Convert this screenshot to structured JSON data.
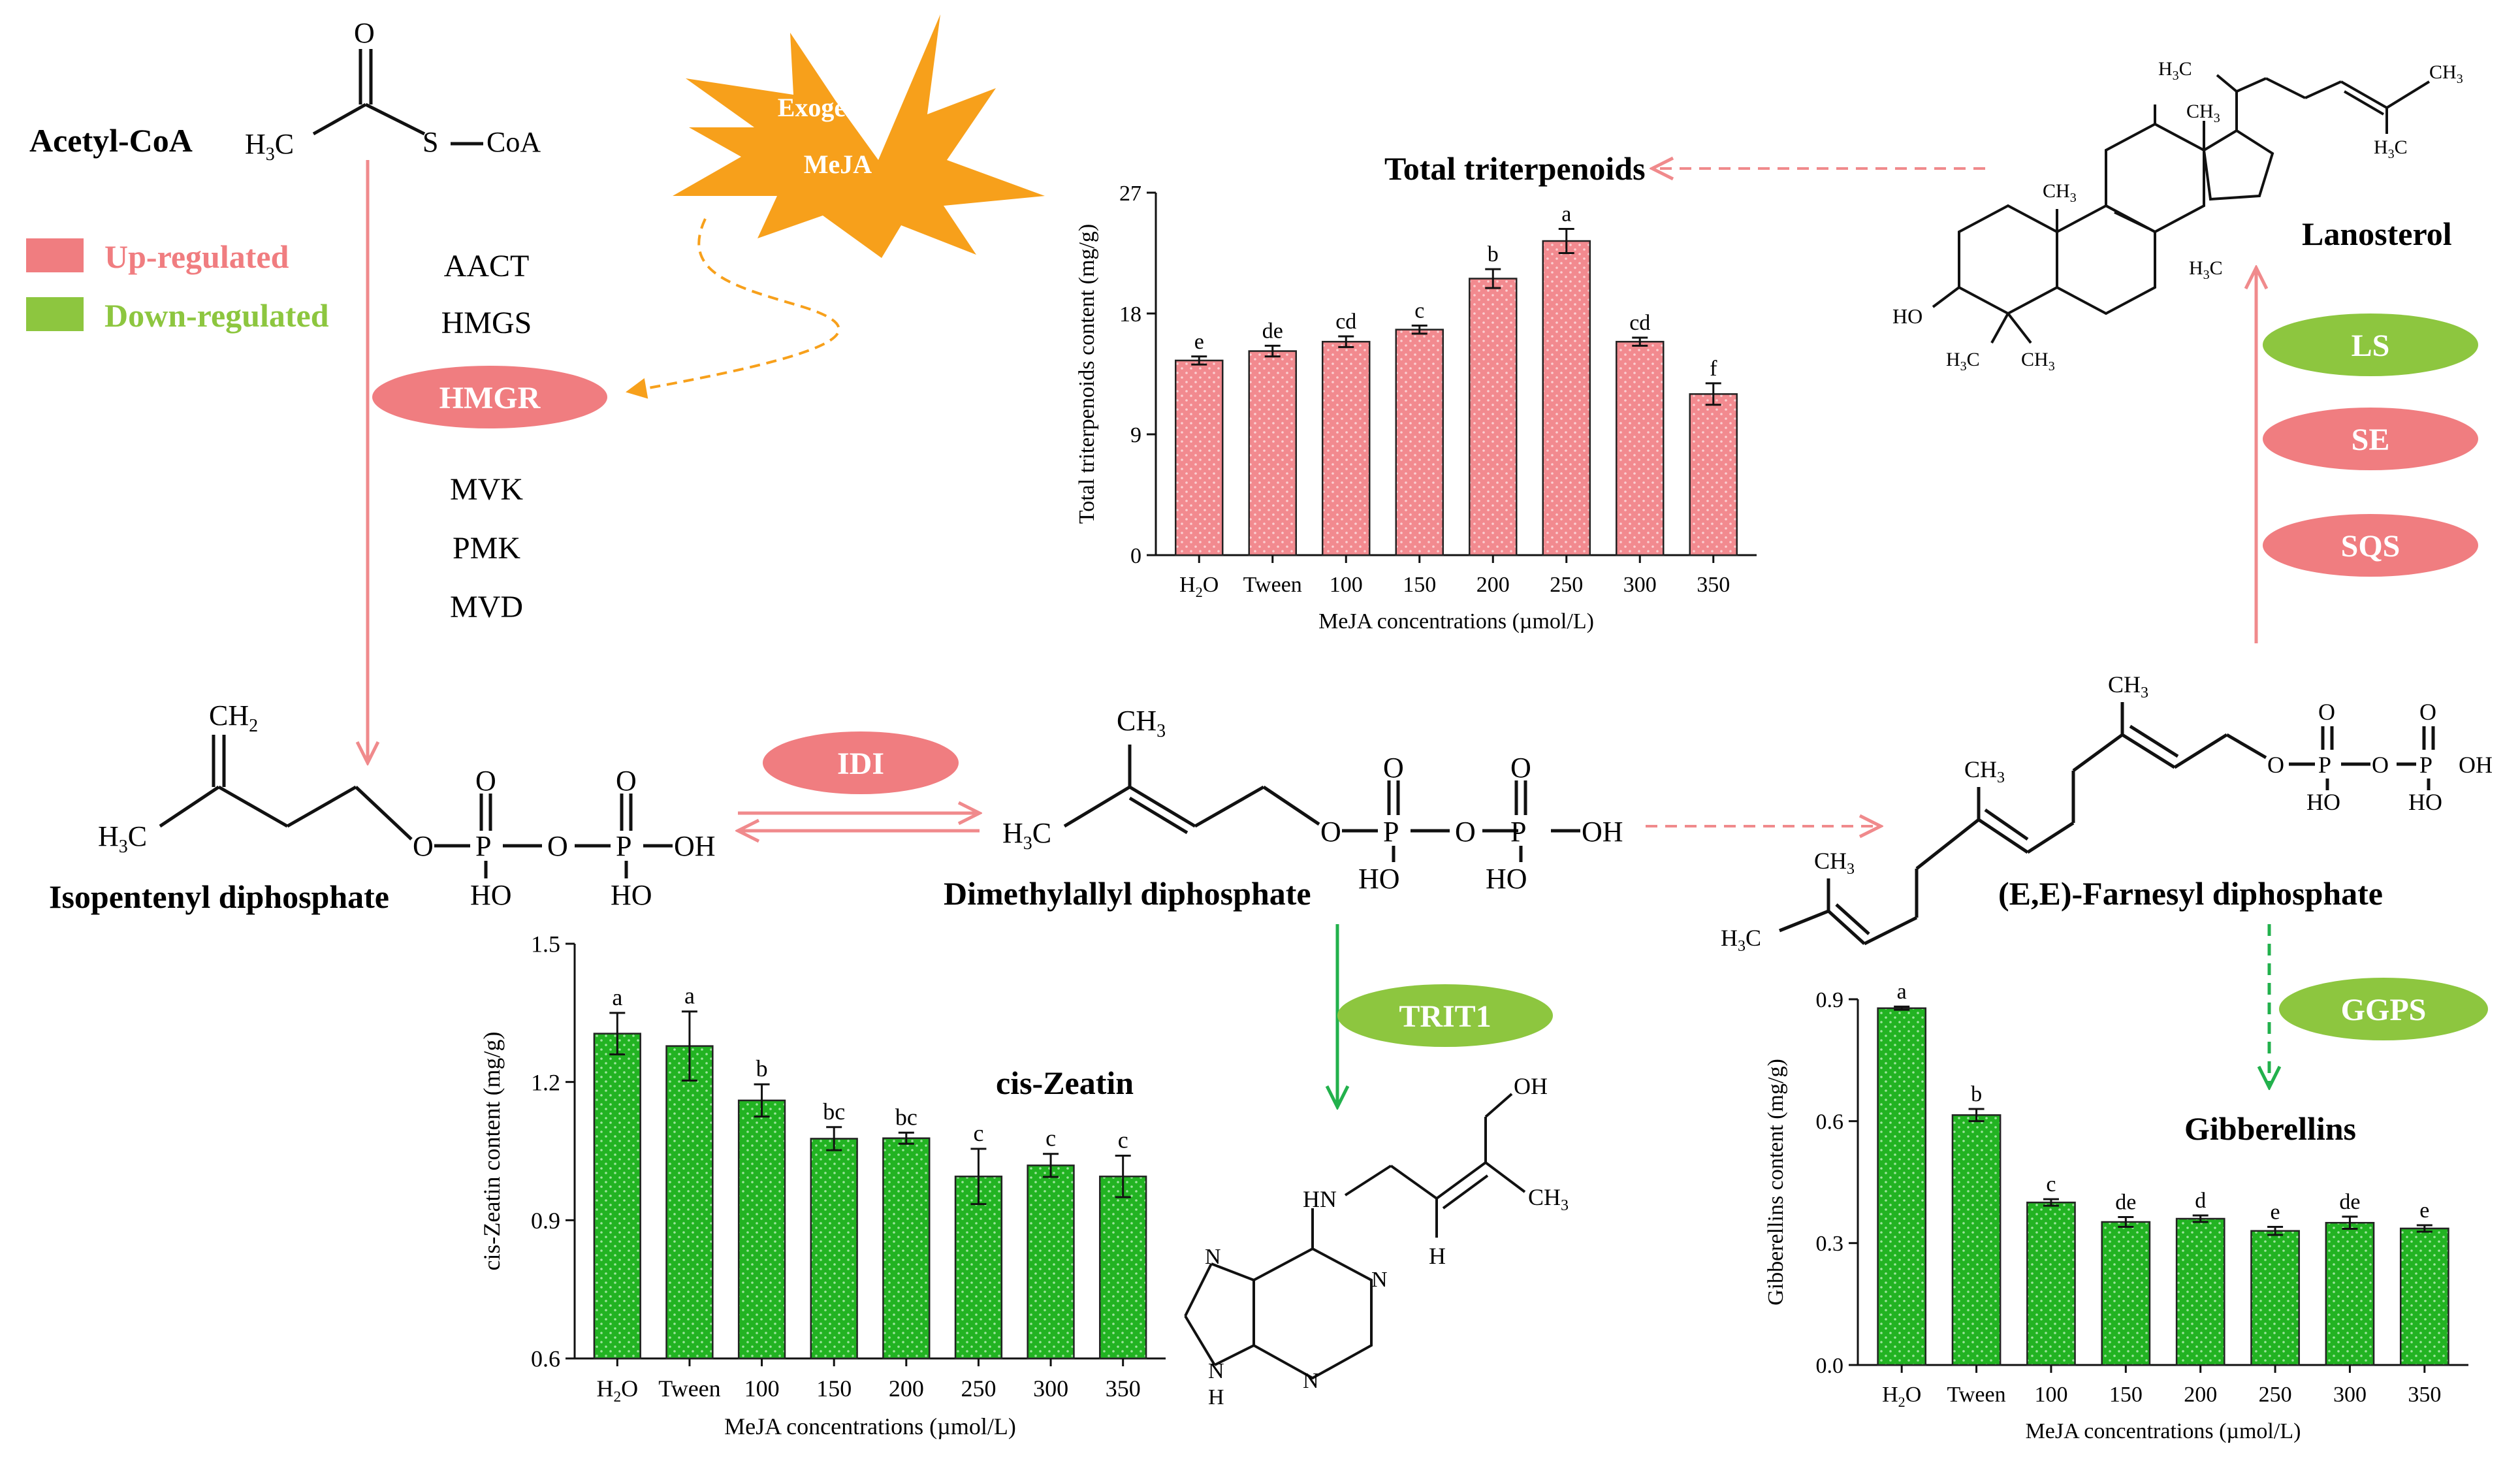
{
  "legend": {
    "up": "Up-regulated",
    "down": "Down-regulated",
    "up_color": "#f07d80",
    "down_color": "#8dc63f"
  },
  "colors": {
    "up_arrow": "#f08a8c",
    "down_arrow": "#22b14c",
    "burst": "#f7a01b",
    "bar_up": "#f28a8f",
    "bar_down": "#22b322"
  },
  "burst": {
    "line1": "Exogenous",
    "line2": "MeJA"
  },
  "compounds": {
    "acetyl_coa": "Acetyl-CoA",
    "ipp": "Isopentenyl diphosphate",
    "dmapp": "Dimethylallyl diphosphate",
    "fpp": "(E,E)-Farnesyl diphosphate",
    "lanosterol": "Lanosterol",
    "total_triterpenoids": "Total triterpenoids",
    "cis_zeatin": "cis-Zeatin",
    "gibberellins": "Gibberellins"
  },
  "enzymes": {
    "aact": "AACT",
    "hmgs": "HMGS",
    "hmgr": "HMGR",
    "mvk": "MVK",
    "pmk": "PMK",
    "mvd": "MVD",
    "idi": "IDI",
    "trit1": "TRIT1",
    "ggps": "GGPS",
    "ls": "LS",
    "se": "SE",
    "sqs": "SQS"
  },
  "atoms": {
    "O": "O",
    "S": "S",
    "P": "P",
    "H": "H",
    "N": "N",
    "CoA": "CoA",
    "HO": "HO",
    "OH": "OH",
    "CH2": "CH",
    "sub2": "2",
    "CH3": "CH",
    "H3C": "H",
    "C": "C",
    "sub3": "3",
    "NH": "HN"
  },
  "chart_data": [
    {
      "id": "triterpenoids",
      "type": "bar",
      "title": "",
      "xlabel": "MeJA  concentrations (µmol/L)",
      "ylabel": "Total triterpenoids content (mg/g)",
      "categories": [
        "H2O",
        "Tween",
        "100",
        "150",
        "200",
        "250",
        "300",
        "350"
      ],
      "values": [
        14.5,
        15.2,
        15.9,
        16.8,
        20.6,
        23.4,
        15.9,
        12.0
      ],
      "errors": [
        0.3,
        0.4,
        0.4,
        0.3,
        0.7,
        0.9,
        0.3,
        0.8
      ],
      "letters": [
        "e",
        "de",
        "cd",
        "c",
        "b",
        "a",
        "cd",
        "f"
      ],
      "ylim": [
        0,
        27
      ],
      "yticks": [
        "0",
        "9",
        "18",
        "27"
      ]
    },
    {
      "id": "zeatin",
      "type": "bar",
      "title": "",
      "xlabel": "MeJA  concentrations (µmol/L)",
      "ylabel": "cis-Zeatin content (mg/g)",
      "categories": [
        "H2O",
        "Tween",
        "100",
        "150",
        "200",
        "250",
        "300",
        "350"
      ],
      "values": [
        1.305,
        1.278,
        1.16,
        1.077,
        1.078,
        0.995,
        1.019,
        0.995
      ],
      "errors": [
        0.045,
        0.075,
        0.035,
        0.025,
        0.012,
        0.06,
        0.025,
        0.045
      ],
      "letters": [
        "a",
        "a",
        "b",
        "bc",
        "bc",
        "c",
        "c",
        "c"
      ],
      "ylim": [
        0.6,
        1.5
      ],
      "yticks": [
        "0.6",
        "0.9",
        "1.2",
        "1.5"
      ]
    },
    {
      "id": "gibberellins",
      "type": "bar",
      "title": "",
      "xlabel": "MeJA  concentrations (µmol/L)",
      "ylabel": "Gibberellins content (mg/g)",
      "categories": [
        "H2O",
        "Tween",
        "100",
        "150",
        "200",
        "250",
        "300",
        "350"
      ],
      "values": [
        0.878,
        0.615,
        0.4,
        0.352,
        0.36,
        0.33,
        0.35,
        0.336
      ],
      "errors": [
        0.004,
        0.015,
        0.008,
        0.012,
        0.008,
        0.01,
        0.015,
        0.008
      ],
      "letters": [
        "a",
        "b",
        "c",
        "de",
        "d",
        "e",
        "de",
        "e"
      ],
      "ylim": [
        0,
        0.9
      ],
      "yticks": [
        "0.0",
        "0.3",
        "0.6",
        "0.9"
      ]
    }
  ]
}
